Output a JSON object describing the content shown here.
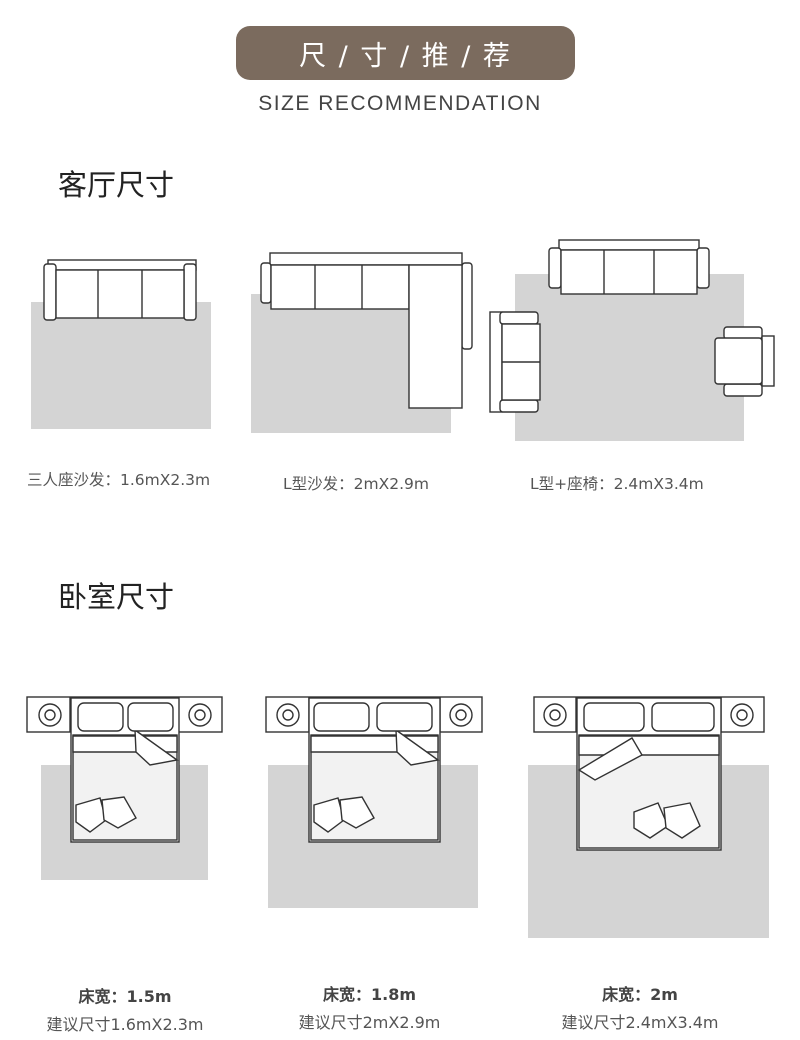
{
  "header": {
    "banner": "尺 / 寸 / 推 / 荐",
    "subtitle": "SIZE RECOMMENDATION"
  },
  "living": {
    "title": "客厅尺寸",
    "items": [
      {
        "label": "三人座沙发：1.6mX2.3m"
      },
      {
        "label": "L型沙发：2mX2.9m"
      },
      {
        "label": "L型+座椅：2.4mX3.4m"
      }
    ]
  },
  "bedroom": {
    "title": "卧室尺寸",
    "items": [
      {
        "bed_width": "床宽：1.5m",
        "size": "建议尺寸1.6mX2.3m"
      },
      {
        "bed_width": "床宽：1.8m",
        "size": "建议尺寸2mX2.9m"
      },
      {
        "bed_width": "床宽：2m",
        "size": "建议尺寸2.4mX3.4m"
      }
    ]
  },
  "colors": {
    "banner": "#7b6b5e",
    "rug": "#d4d4d4",
    "line": "#333333"
  }
}
